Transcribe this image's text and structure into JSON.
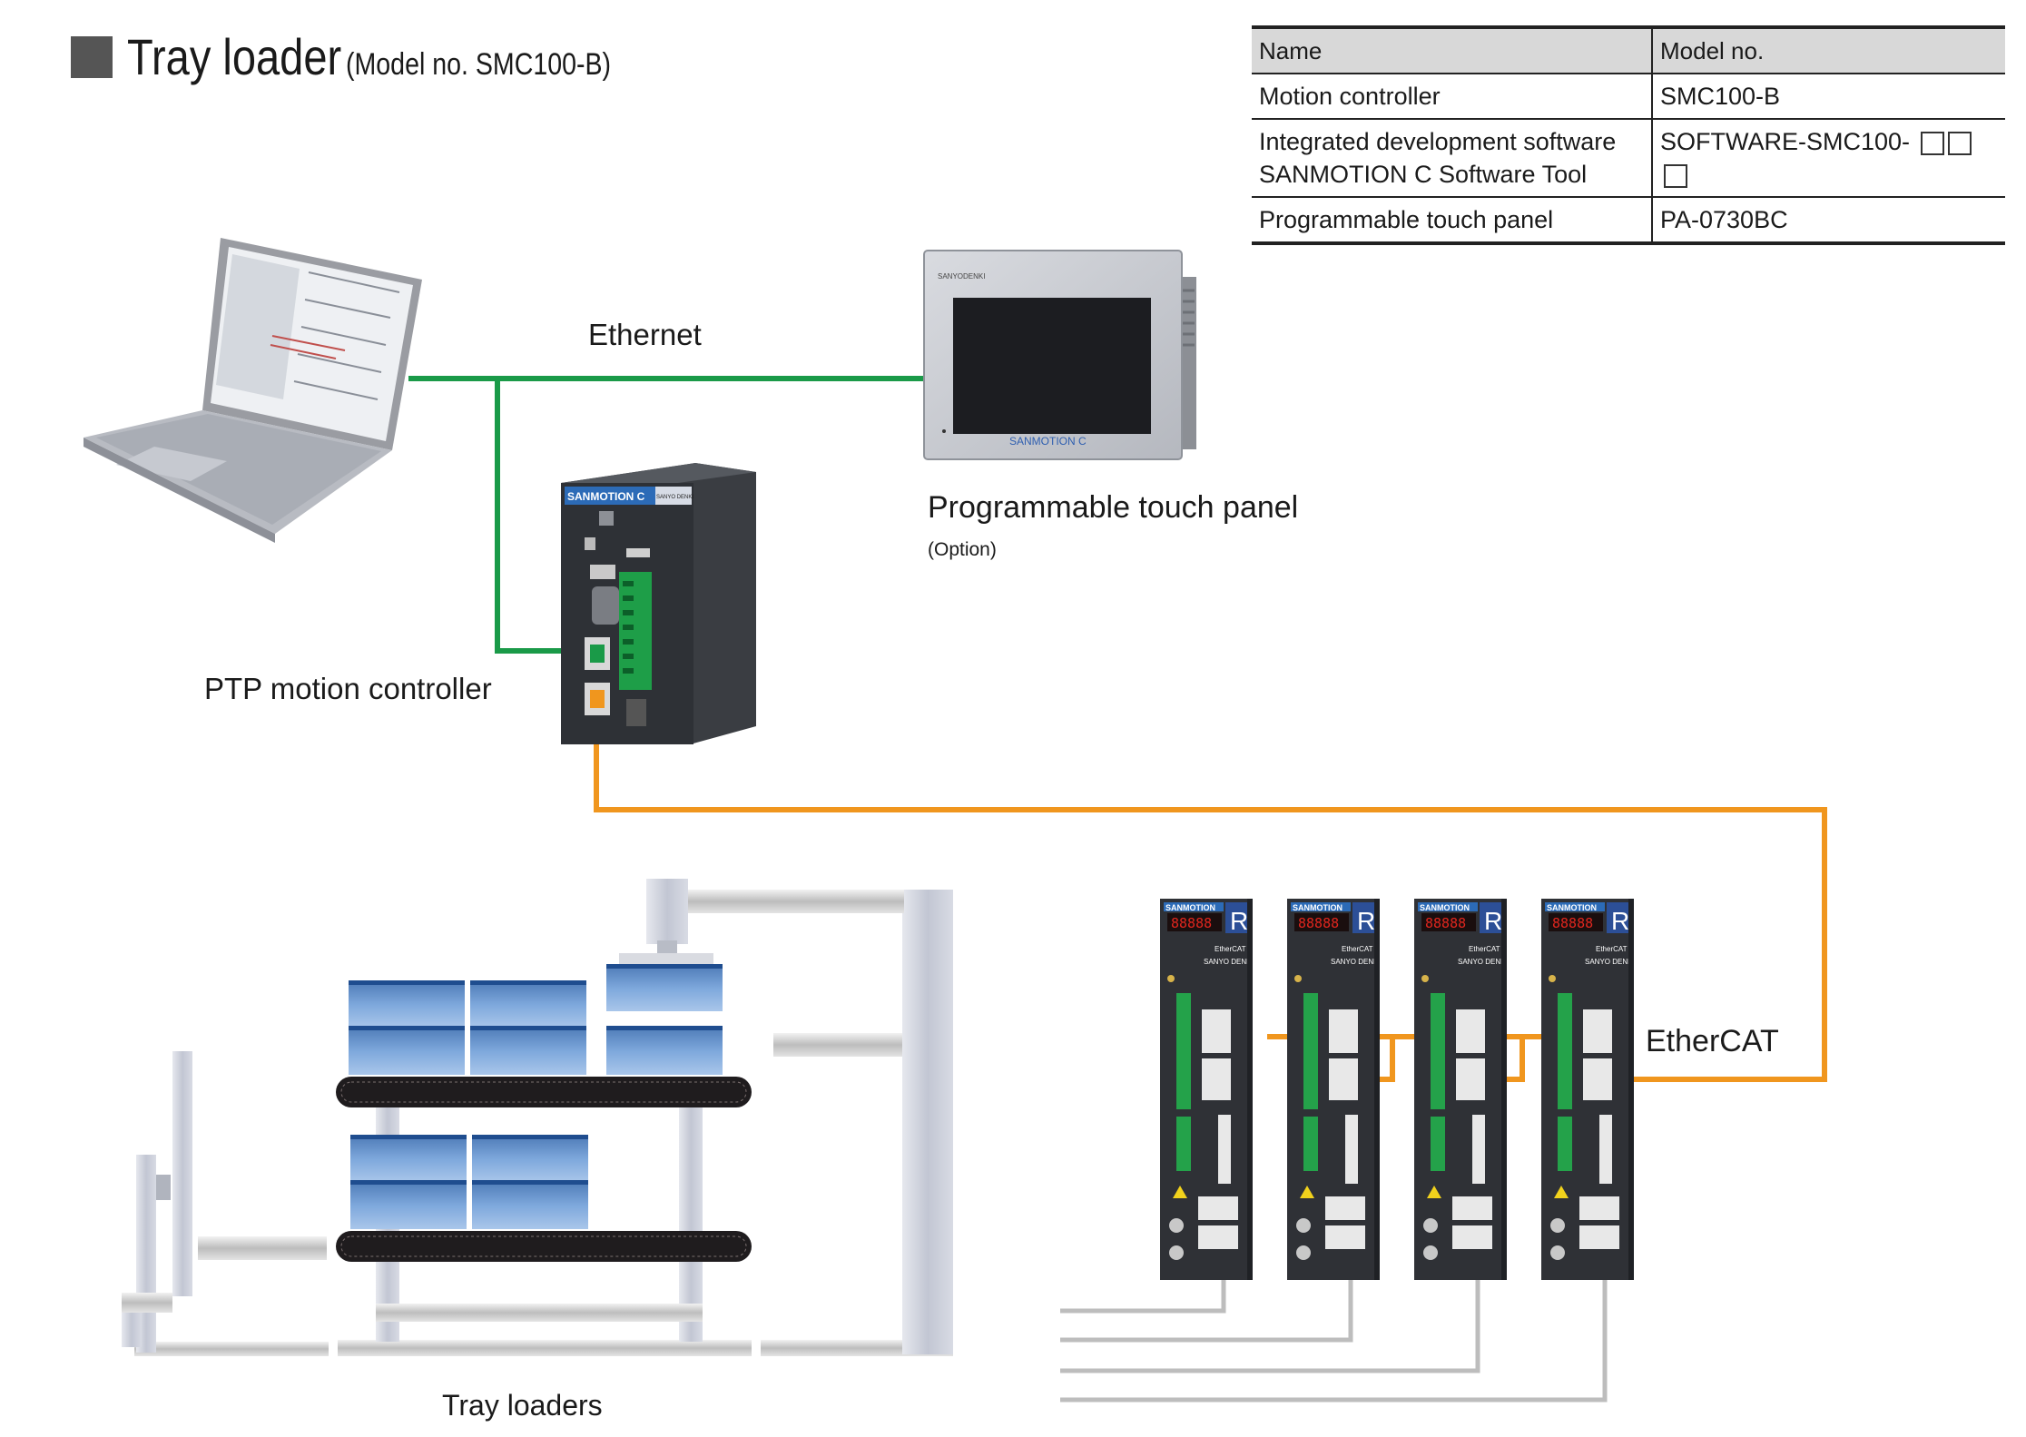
{
  "title": {
    "main": "Tray loader",
    "sub": "(Model no. SMC100-B)"
  },
  "table": {
    "header": [
      "Name",
      "Model no."
    ],
    "rows": [
      {
        "name": "Motion controller",
        "model": "SMC100-B"
      },
      {
        "name": "Integrated development software",
        "name2": "SANMOTION C Software Tool",
        "model": "SOFTWARE-SMC100-"
      },
      {
        "name": "Programmable touch panel",
        "model": "PA-0730BC"
      }
    ]
  },
  "labels": {
    "ethernet": "Ethernet",
    "touch_panel": "Programmable touch panel",
    "option": "(Option)",
    "ptp_controller": "PTP motion controller",
    "ethercat": "EtherCAT",
    "tray_loaders": "Tray loaders"
  },
  "device_text": {
    "panel_brand": "SANYODENKI",
    "panel_logo": "SANMOTION C",
    "controller_brand": "SANMOTION C",
    "controller_maker": "SANYO DENKI",
    "servo_brand": "SANMOTION",
    "servo_r": "R",
    "servo_display": "88888",
    "servo_ethercat": "EtherCAT",
    "servo_maker": "SANYO DENKI"
  },
  "colors": {
    "ethernet_cable": "#1a9a48",
    "ethercat_cable": "#f0961e",
    "motor_cable": "#bdbdbd",
    "tray_blue": "#6f9ad2",
    "machine_gray": "#c9cdd8"
  },
  "icons": [
    "laptop-icon",
    "touch-panel-icon",
    "motion-controller-icon",
    "servo-amplifier-icon",
    "tray-loader-machine-icon"
  ]
}
